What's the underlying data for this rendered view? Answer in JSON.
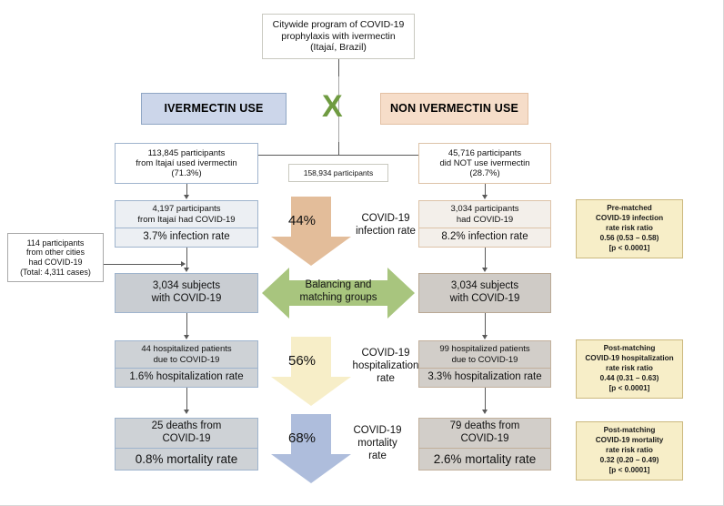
{
  "title_box": {
    "line1": "Citywide program of COVID-19",
    "line2": "prophylaxis with ivermectin",
    "line3": "(Itajaí, Brazil)"
  },
  "banners": {
    "left": "IVERMECTIN USE",
    "right": "NON IVERMECTIN USE",
    "separator_glyph": "X"
  },
  "mid_total": "158,934 participants",
  "left_column": {
    "participants": {
      "line1": "113,845 participants",
      "line2": "from Itajaí used ivermectin",
      "line3": "(71.3%)"
    },
    "covid": {
      "line1": "4,197 participants",
      "line2": "from Itajaí had COVID-19",
      "rate": "3.7% infection rate"
    },
    "subjects": {
      "line1": "3,034 subjects",
      "line2": "with COVID-19"
    },
    "hospitalized": {
      "line1": "44 hospitalized patients",
      "line2": "due to COVID-19",
      "rate": "1.6% hospitalization rate"
    },
    "deaths": {
      "line1": "25 deaths from",
      "line2": "COVID-19",
      "rate": "0.8% mortality rate"
    }
  },
  "right_column": {
    "participants": {
      "line1": "45,716 participants",
      "line2": "did NOT use ivermectin",
      "line3": "(28.7%)"
    },
    "covid": {
      "line1": "3,034 participants",
      "line2": "had COVID-19",
      "rate": "8.2% infection rate"
    },
    "subjects": {
      "line1": "3,034 subjects",
      "line2": "with COVID-19"
    },
    "hospitalized": {
      "line1": "99 hospitalized patients",
      "line2": "due to COVID-19",
      "rate": "3.3% hospitalization rate"
    },
    "deaths": {
      "line1": "79 deaths from",
      "line2": "COVID-19",
      "rate": "2.6% mortality rate"
    }
  },
  "side_note": {
    "line1": "114 participants",
    "line2": "from other cities",
    "line3": "had COVID-19",
    "line4": "(Total: 4,311 cases)"
  },
  "center_arrows": {
    "infection": {
      "percent": "44%",
      "label_line1": "COVID-19",
      "label_line2": "infection rate",
      "color": "#e3bd9a"
    },
    "balancing": {
      "label_line1": "Balancing and",
      "label_line2": "matching groups",
      "color": "#a8c57e"
    },
    "hospitalization": {
      "percent": "56%",
      "label_line1": "COVID-19",
      "label_line2": "hospitalization",
      "label_line3": "rate",
      "color": "#f7eec8"
    },
    "mortality": {
      "percent": "68%",
      "label_line1": "COVID-19",
      "label_line2": "mortality",
      "label_line3": "rate",
      "color": "#aebddc"
    }
  },
  "stats": {
    "infection": {
      "line1": "Pre-matched",
      "line2": "COVID-19 infection",
      "line3": "rate risk ratio",
      "line4": "0.56 (0.53 –  0.58)",
      "line5": "[p < 0.0001]"
    },
    "hospitalization": {
      "line1": "Post-matching",
      "line2": "COVID-19 hospitalization",
      "line3": "rate risk ratio",
      "line4": "0.44 (0.31 – 0.63)",
      "line5": "[p < 0.0001]"
    },
    "mortality": {
      "line1": "Post-matching",
      "line2": "COVID-19 mortality",
      "line3": "rate risk ratio",
      "line4": "0.32 (0.20 – 0.49)",
      "line5": "[p < 0.0001]"
    }
  },
  "colors": {
    "ivermectin_blue": "#ccd6ea",
    "non_ivermectin_peach": "#f6ddc9",
    "stat_yellow": "#f7eec8",
    "green_x": "#6f9b41"
  }
}
